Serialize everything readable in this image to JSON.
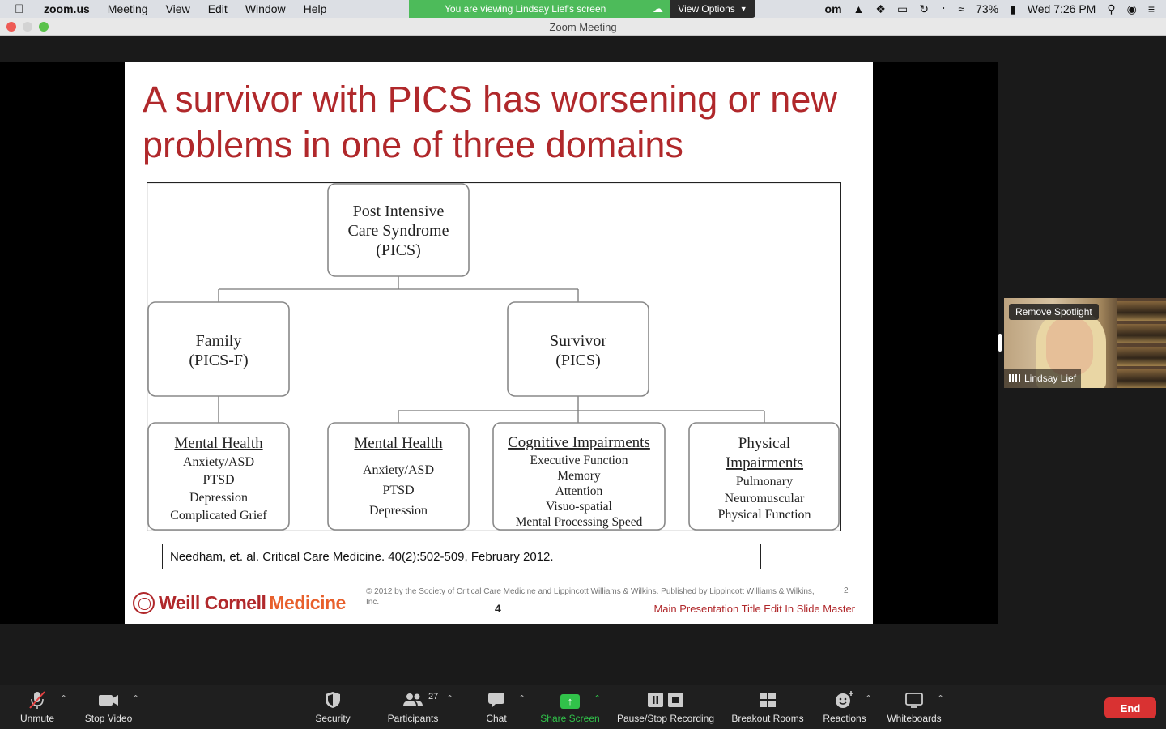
{
  "menubar": {
    "apple_icon": "apple-icon",
    "items": [
      "zoom.us",
      "Meeting",
      "View",
      "Edit",
      "Window",
      "Help"
    ],
    "viewing_banner": "You are viewing Lindsay Lief's screen",
    "view_options": "View Options",
    "battery": "73%",
    "clock": "Wed 7:26 PM"
  },
  "window": {
    "title": "Zoom Meeting"
  },
  "slide": {
    "title": "A survivor with PICS has worsening or new problems in one of three domains",
    "diagram": {
      "root": [
        "Post Intensive",
        "Care Syndrome",
        "(PICS)"
      ],
      "family": [
        "Family",
        "(PICS-F)"
      ],
      "survivor": [
        "Survivor",
        "(PICS)"
      ],
      "family_mental": {
        "heading": "Mental Health",
        "items": [
          "Anxiety/ASD",
          "PTSD",
          "Depression",
          "Complicated Grief"
        ]
      },
      "survivor_mental": {
        "heading": "Mental Health",
        "items": [
          "Anxiety/ASD",
          "PTSD",
          "Depression"
        ]
      },
      "cognitive": {
        "heading": "Cognitive Impairments",
        "items": [
          "Executive Function",
          "Memory",
          "Attention",
          "Visuo-spatial",
          "Mental Processing Speed"
        ]
      },
      "physical": {
        "heading": [
          "Physical",
          "Impairments"
        ],
        "items": [
          "Pulmonary",
          "Neuromuscular",
          "Physical Function"
        ]
      }
    },
    "citation": "Needham, et. al. Critical Care Medicine. 40(2):502-509, February 2012.",
    "logo": {
      "word1": "Weill Cornell",
      "word2": "Medicine"
    },
    "copyright": "© 2012 by the Society of Critical Care Medicine and Lippincott Williams & Wilkins.  Published by Lippincott Williams & Wilkins, Inc.",
    "copyright_page": "2",
    "slide_number": "4",
    "master_title": "Main Presentation Title Edit In Slide Master"
  },
  "speaker": {
    "remove_spotlight": "Remove Spotlight",
    "name": "Lindsay Lief"
  },
  "toolbar": {
    "unmute": "Unmute",
    "stop_video": "Stop Video",
    "security": "Security",
    "participants": "Participants",
    "participant_count": "27",
    "chat": "Chat",
    "share_screen": "Share Screen",
    "recording": "Pause/Stop Recording",
    "breakout": "Breakout Rooms",
    "reactions": "Reactions",
    "whiteboards": "Whiteboards",
    "end": "End"
  },
  "colors": {
    "slide_title_red": "#b0282b",
    "share_green": "#31c24a",
    "end_red": "#d93232",
    "logo_orange": "#e8602c"
  }
}
